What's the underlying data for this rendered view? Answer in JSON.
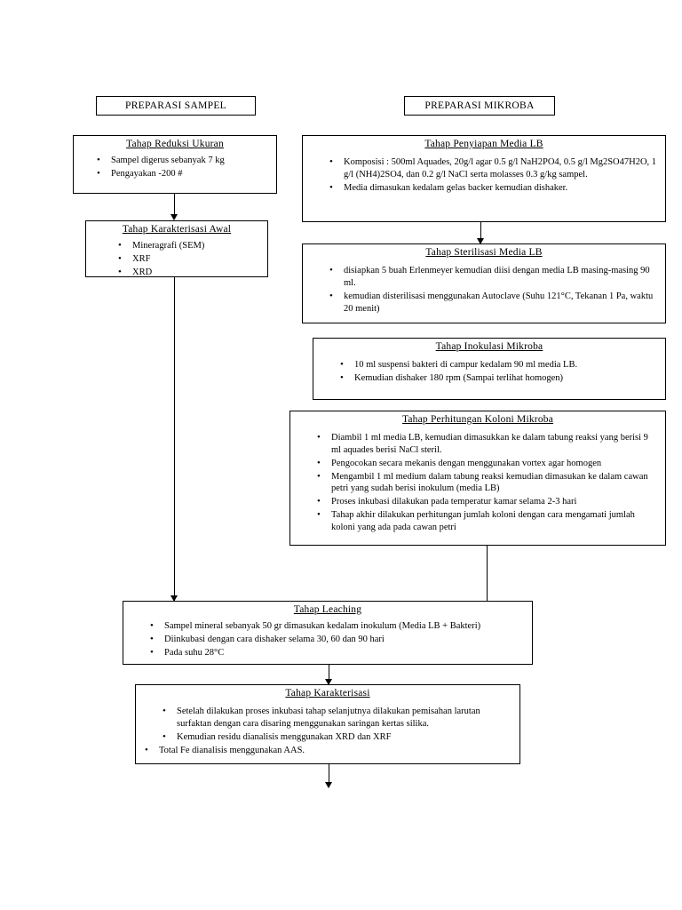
{
  "diagram": {
    "title_left": "PREPARASI SAMPEL",
    "title_right": "PREPARASI MIKROBA",
    "boxes": {
      "reduksi": {
        "header": "Tahap Reduksi Ukuran",
        "items": [
          "Sampel digerus sebanyak 7 kg",
          "Pengayakan -200 #"
        ]
      },
      "karakterisasi_awal": {
        "header": "Tahap Karakterisasi Awal",
        "items": [
          "Mineragrafi (SEM)",
          "XRF",
          "XRD"
        ]
      },
      "penyiapan_media": {
        "header": "Tahap Penyiapan Media LB",
        "items": [
          "Komposisi : 500ml Aquades, 20g/l agar 0.5 g/l NaH2PO4, 0.5 g/l Mg2SO47H2O, 1 g/l (NH4)2SO4, dan 0.2 g/l NaCl serta molasses 0.3 g/kg sampel.",
          "Media dimasukan kedalam gelas backer kemudian dishaker."
        ]
      },
      "sterilisasi": {
        "header": "Tahap Sterilisasi Media LB",
        "items": [
          "disiapkan 5 buah Erlenmeyer kemudian diisi dengan media LB masing-masing 90 ml.",
          "kemudian disterilisasi menggunakan Autoclave (Suhu 121°C, Tekanan 1 Pa, waktu 20 menit)"
        ]
      },
      "inokulasi": {
        "header": "Tahap Inokulasi  Mikroba",
        "items": [
          "10 ml suspensi bakteri di campur kedalam 90 ml media LB.",
          "Kemudian dishaker 180 rpm (Sampai terlihat homogen)"
        ]
      },
      "perhitungan": {
        "header": "Tahap Perhitungan Koloni Mikroba",
        "items": [
          "Diambil  1 ml media LB,  kemudian dimasukkan ke dalam tabung reaksi yang berisi 9 ml aquades berisi NaCl steril.",
          "Pengocokan secara mekanis dengan menggunakan vortex agar homogen",
          "Mengambil 1 ml medium dalam tabung reaksi kemudian dimasukan ke dalam cawan petri yang sudah berisi inokulum (media LB)",
          "Proses inkubasi dilakukan pada temperatur kamar selama 2-3 hari",
          "Tahap akhir dilakukan perhitungan jumlah koloni dengan cara mengamati jumlah koloni yang ada pada cawan petri"
        ]
      },
      "leaching": {
        "header": "Tahap Leaching",
        "items": [
          "Sampel mineral sebanyak 50 gr dimasukan kedalam inokulum (Media LB + Bakteri)",
          "Diinkubasi dengan cara dishaker selama 30, 60 dan 90 hari",
          "Pada suhu 28°C"
        ]
      },
      "karakterisasi": {
        "header": "Tahap Karakterisasi",
        "items": [
          "Setelah dilakukan proses inkubasi tahap selanjutnya dilakukan pemisahan larutan surfaktan dengan cara disaring  menggunakan saringan kertas silika.",
          "Kemudian residu dianalisis menggunakan XRD dan XRF",
          "Total Fe dianalisis menggunakan AAS."
        ]
      }
    }
  }
}
